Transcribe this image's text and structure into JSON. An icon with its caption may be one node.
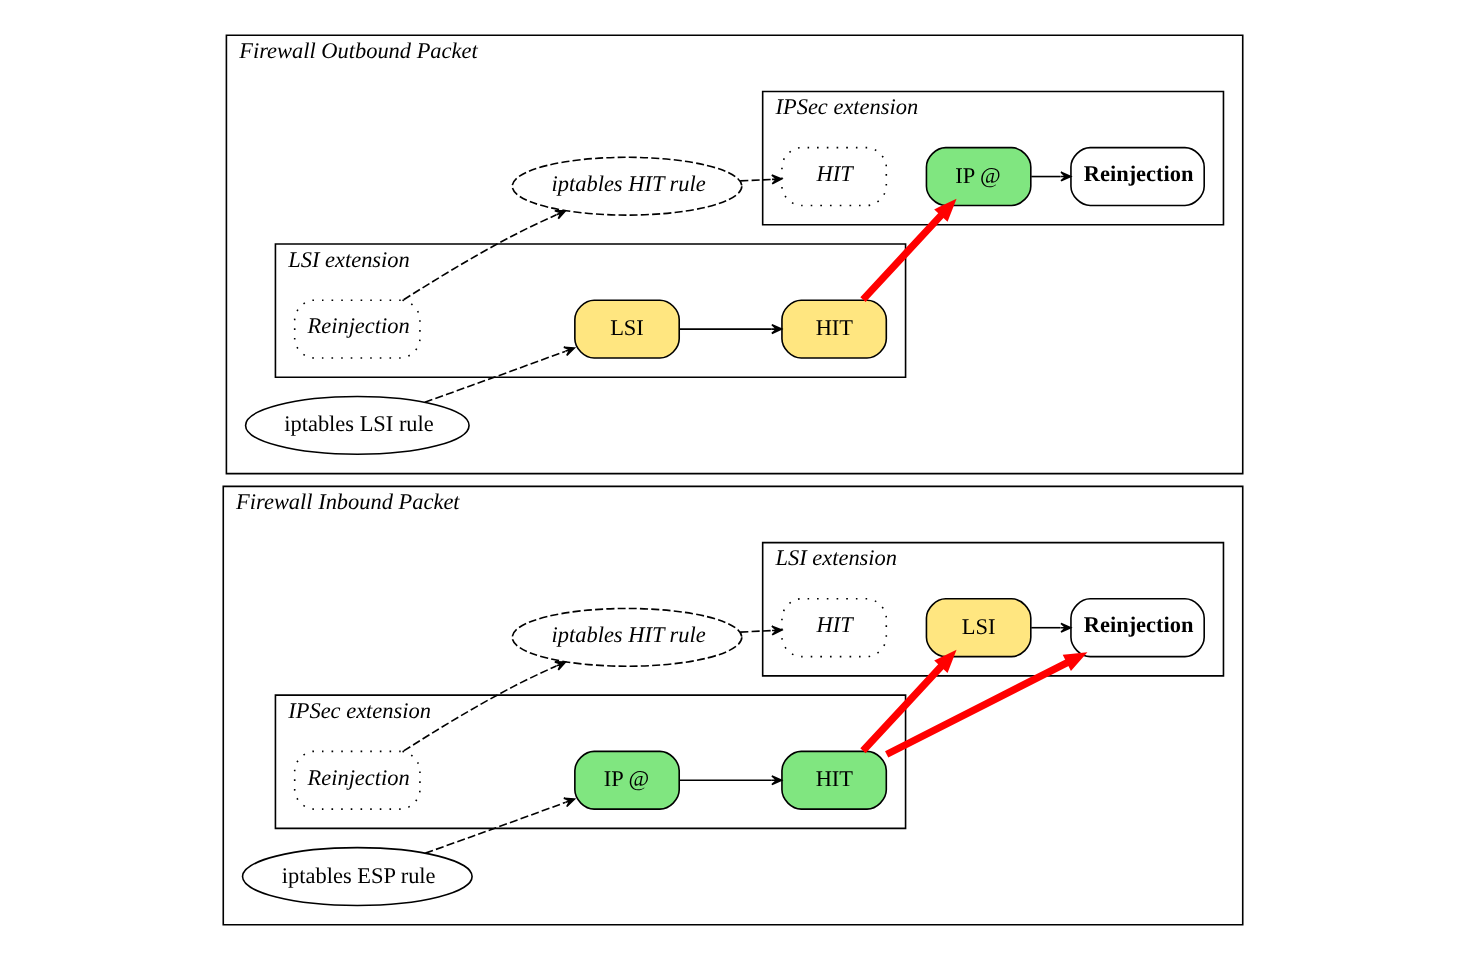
{
  "diagram": {
    "nodes": [
      {
        "text": [
          "Firewall Outbound Packet"
        ]
      },
      {
        "text": [
          "LSI extension"
        ],
        "in": 0
      },
      {
        "text": [
          "LSI"
        ],
        "in": 1
      },
      {
        "text": [
          "HIT"
        ],
        "in": 1
      },
      {
        "text": [
          "Reinjection"
        ],
        "in": 1
      },
      {
        "text": [
          "IPSec extension"
        ],
        "in": 0
      },
      {
        "text": [
          "HIT"
        ],
        "in": 5
      },
      {
        "text": [
          "IP @"
        ],
        "in": 5
      },
      {
        "text": [
          "Reinjection"
        ],
        "in": 5
      },
      {
        "text": [
          "iptables LSI rule"
        ],
        "in": 0
      },
      {
        "text": [
          "iptables HIT rule"
        ],
        "in": 0
      },
      {
        "text": [
          "Firewall Inbound Packet"
        ]
      },
      {
        "text": [
          "IPSec extension"
        ],
        "in": 11
      },
      {
        "text": [
          "IP @"
        ],
        "in": 12
      },
      {
        "text": [
          "HIT"
        ],
        "in": 12
      },
      {
        "text": [
          "Reinjection"
        ],
        "in": 12
      },
      {
        "text": [
          "LSI extension"
        ],
        "in": 11
      },
      {
        "text": [
          "HIT"
        ],
        "in": 16
      },
      {
        "text": [
          "LSI"
        ],
        "in": 16
      },
      {
        "text": [
          "Reinjection"
        ],
        "in": 16
      },
      {
        "text": [
          "iptables ESP rule"
        ],
        "in": 11
      },
      {
        "text": [
          "iptables HIT rule"
        ],
        "in": 11
      }
    ],
    "edges": [
      {
        "from": 2,
        "to": 3,
        "arrow": "to"
      },
      {
        "from": 3,
        "to": 7,
        "arrow": "to",
        "style": "thick",
        "color": "#ff0000"
      },
      {
        "from": 7,
        "to": 8,
        "arrow": "to"
      },
      {
        "from": 9,
        "to": 2,
        "arrow": "to",
        "style": "dashed"
      },
      {
        "from": 4,
        "to": 10,
        "arrow": "to",
        "style": "dashed"
      },
      {
        "from": 10,
        "to": 6,
        "arrow": "to",
        "style": "dashed"
      },
      {
        "from": 13,
        "to": 14,
        "arrow": "to"
      },
      {
        "from": 14,
        "to": 18,
        "arrow": "to",
        "style": "thick",
        "color": "#ff0000"
      },
      {
        "from": 14,
        "to": 19,
        "arrow": "to",
        "style": "thick",
        "color": "#ff0000"
      },
      {
        "from": 18,
        "to": 19,
        "arrow": "to"
      },
      {
        "from": 20,
        "to": 13,
        "arrow": "to",
        "style": "dashed"
      },
      {
        "from": 15,
        "to": 21,
        "arrow": "to",
        "style": "dashed"
      },
      {
        "from": 21,
        "to": 17,
        "arrow": "to",
        "style": "dashed"
      }
    ]
  }
}
